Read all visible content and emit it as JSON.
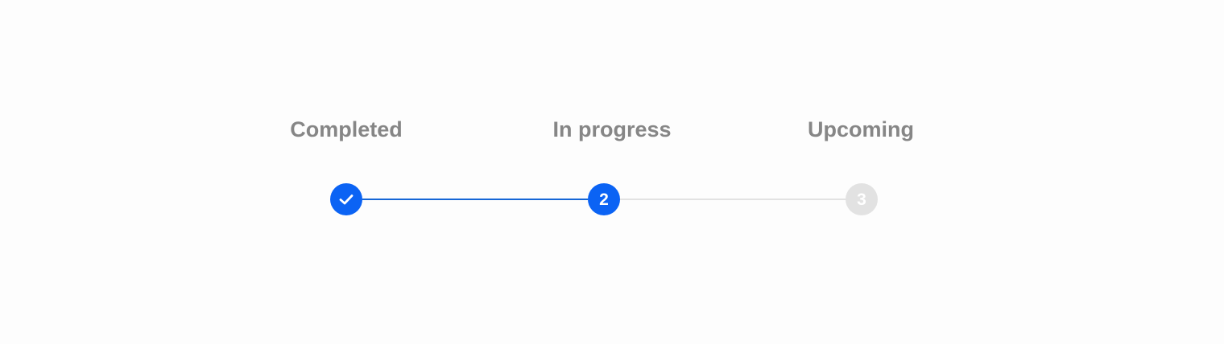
{
  "stepper": {
    "steps": [
      {
        "label": "Completed",
        "status": "completed",
        "icon": "check-icon"
      },
      {
        "label": "In progress",
        "status": "current",
        "number": "2"
      },
      {
        "label": "Upcoming",
        "status": "upcoming",
        "number": "3"
      }
    ],
    "colors": {
      "active": "#0b63f4",
      "connector_done": "#1566d6",
      "inactive": "#e2e2e2",
      "label": "#868686"
    }
  }
}
